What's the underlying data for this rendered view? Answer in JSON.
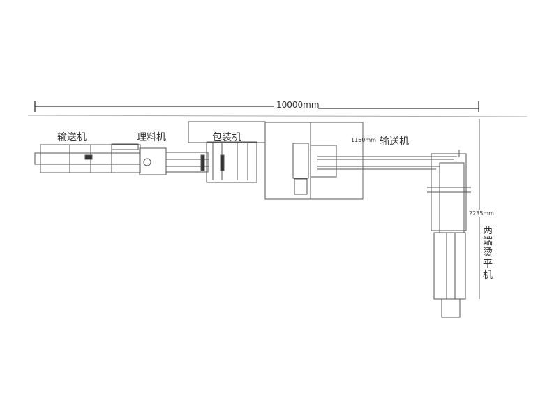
{
  "dimensions": {
    "total_length": "10000mm",
    "conveyor_gap": "1160mm",
    "ironer_length": "2235mm"
  },
  "labels": {
    "conveyor_1": "输送机",
    "sorter": "理料机",
    "packer": "包装机",
    "conveyor_2": "输送机",
    "ironer": "两端烫平机"
  },
  "colors": {
    "line": "#555555",
    "fill": "#ffffff"
  }
}
